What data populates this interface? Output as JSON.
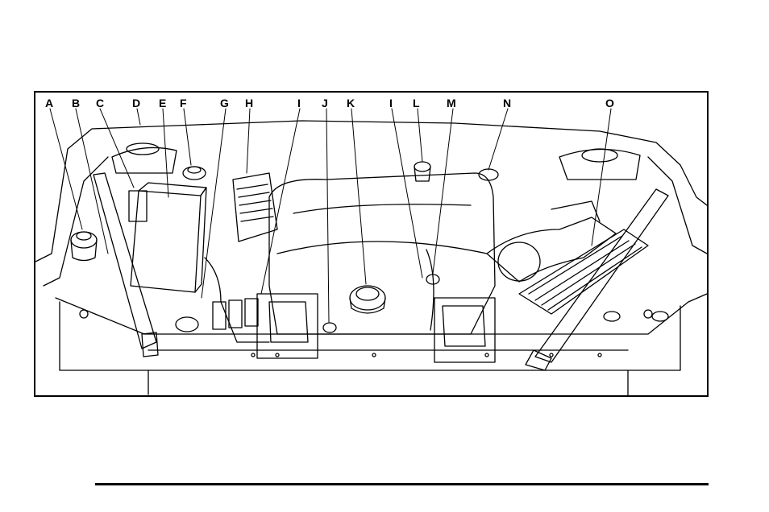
{
  "callouts": [
    {
      "id": "A",
      "label": "A"
    },
    {
      "id": "B",
      "label": "B"
    },
    {
      "id": "C",
      "label": "C"
    },
    {
      "id": "D",
      "label": "D"
    },
    {
      "id": "E",
      "label": "E"
    },
    {
      "id": "F",
      "label": "F"
    },
    {
      "id": "G",
      "label": "G"
    },
    {
      "id": "H",
      "label": "H"
    },
    {
      "id": "I1",
      "label": "I"
    },
    {
      "id": "J",
      "label": "J"
    },
    {
      "id": "K",
      "label": "K"
    },
    {
      "id": "I2",
      "label": "I"
    },
    {
      "id": "L",
      "label": "L"
    },
    {
      "id": "M",
      "label": "M"
    },
    {
      "id": "N",
      "label": "N"
    },
    {
      "id": "O",
      "label": "O"
    }
  ],
  "colors": {
    "line": "#000000",
    "background": "#ffffff"
  }
}
